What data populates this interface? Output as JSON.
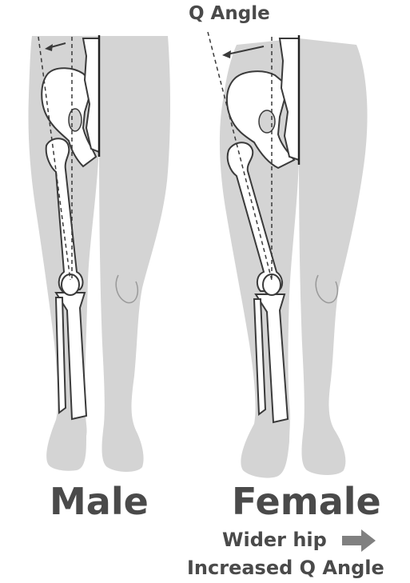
{
  "diagram": {
    "title": "Q Angle",
    "figures": [
      {
        "id": "male",
        "label": "Male"
      },
      {
        "id": "female",
        "label": "Female"
      }
    ],
    "caption_line1": "Wider hip",
    "caption_line2": "Increased Q Angle",
    "colors": {
      "body": "#d4d4d4",
      "bone_fill": "#ffffff",
      "bone_outline": "#3a3a3a",
      "text": "#4a4a4a",
      "arrow": "#808080"
    }
  }
}
